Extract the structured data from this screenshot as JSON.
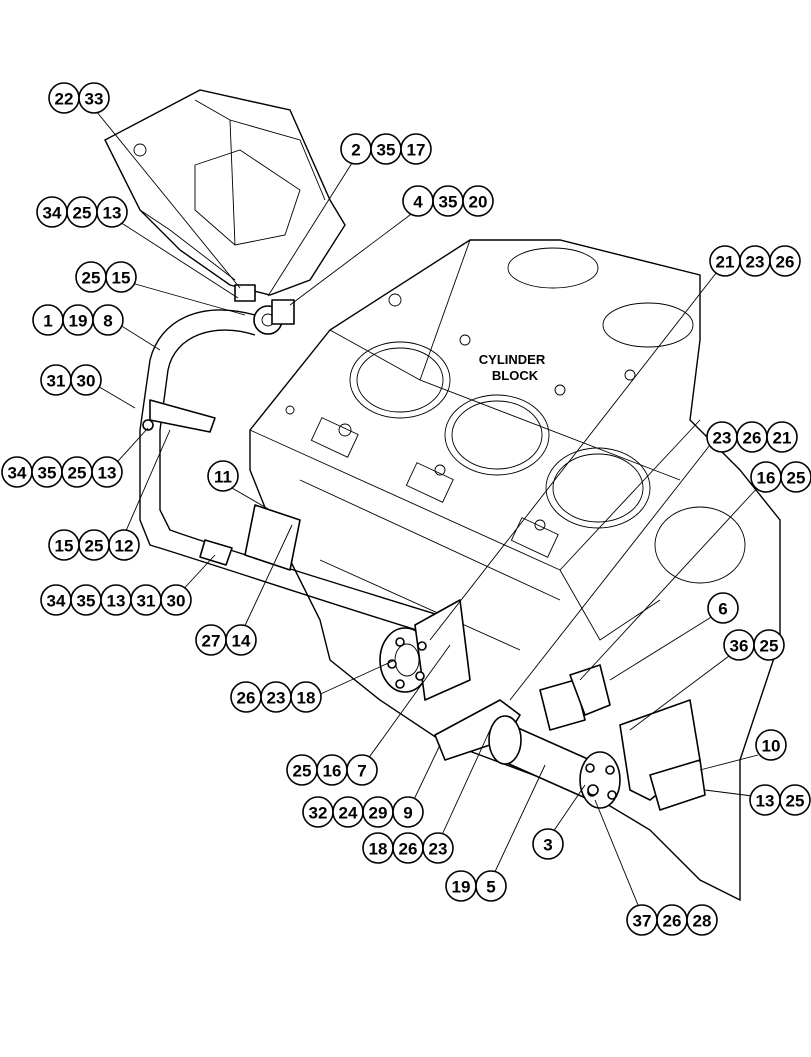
{
  "block_label": {
    "line1": "CYLINDER",
    "line2": "BLOCK"
  },
  "callouts": [
    {
      "id": "g1",
      "numbers": [
        "22",
        "33"
      ]
    },
    {
      "id": "g2",
      "numbers": [
        "2",
        "35",
        "17"
      ]
    },
    {
      "id": "g3",
      "numbers": [
        "4",
        "35",
        "20"
      ]
    },
    {
      "id": "g4",
      "numbers": [
        "34",
        "25",
        "13"
      ]
    },
    {
      "id": "g5",
      "numbers": [
        "25",
        "15"
      ]
    },
    {
      "id": "g6",
      "numbers": [
        "1",
        "19",
        "8"
      ]
    },
    {
      "id": "g7",
      "numbers": [
        "31",
        "30"
      ]
    },
    {
      "id": "g8",
      "numbers": [
        "34",
        "35",
        "25",
        "13"
      ]
    },
    {
      "id": "g9",
      "numbers": [
        "15",
        "25",
        "12"
      ]
    },
    {
      "id": "g10",
      "numbers": [
        "11"
      ]
    },
    {
      "id": "g11",
      "numbers": [
        "34",
        "35",
        "13",
        "31",
        "30"
      ]
    },
    {
      "id": "g12",
      "numbers": [
        "27",
        "14"
      ]
    },
    {
      "id": "g13",
      "numbers": [
        "26",
        "23",
        "18"
      ]
    },
    {
      "id": "g14",
      "numbers": [
        "21",
        "23",
        "26"
      ]
    },
    {
      "id": "g15",
      "numbers": [
        "23",
        "26",
        "21"
      ]
    },
    {
      "id": "g16",
      "numbers": [
        "16",
        "25"
      ]
    },
    {
      "id": "g17",
      "numbers": [
        "6"
      ]
    },
    {
      "id": "g18",
      "numbers": [
        "36",
        "25"
      ]
    },
    {
      "id": "g19",
      "numbers": [
        "10"
      ]
    },
    {
      "id": "g20",
      "numbers": [
        "13",
        "25"
      ]
    },
    {
      "id": "g21",
      "numbers": [
        "25",
        "16",
        "7"
      ]
    },
    {
      "id": "g22",
      "numbers": [
        "32",
        "24",
        "29",
        "9"
      ]
    },
    {
      "id": "g23",
      "numbers": [
        "18",
        "26",
        "23"
      ]
    },
    {
      "id": "g24",
      "numbers": [
        "3"
      ]
    },
    {
      "id": "g25",
      "numbers": [
        "19",
        "5"
      ]
    },
    {
      "id": "g26",
      "numbers": [
        "37",
        "26",
        "28"
      ]
    }
  ]
}
